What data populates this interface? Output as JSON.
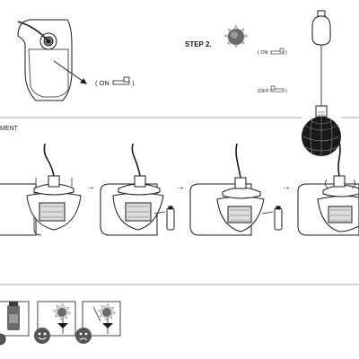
{
  "top": {
    "switch_on_label": "( ON",
    "switch_on_close": ")",
    "step2_label": "STEP 2.",
    "step2_on_label": "( ON",
    "step2_on_close": ")",
    "step2_off_label": "(OFF",
    "step2_off_close": ")"
  },
  "middle": {
    "section_label": "MENT"
  },
  "bottom": {}
}
